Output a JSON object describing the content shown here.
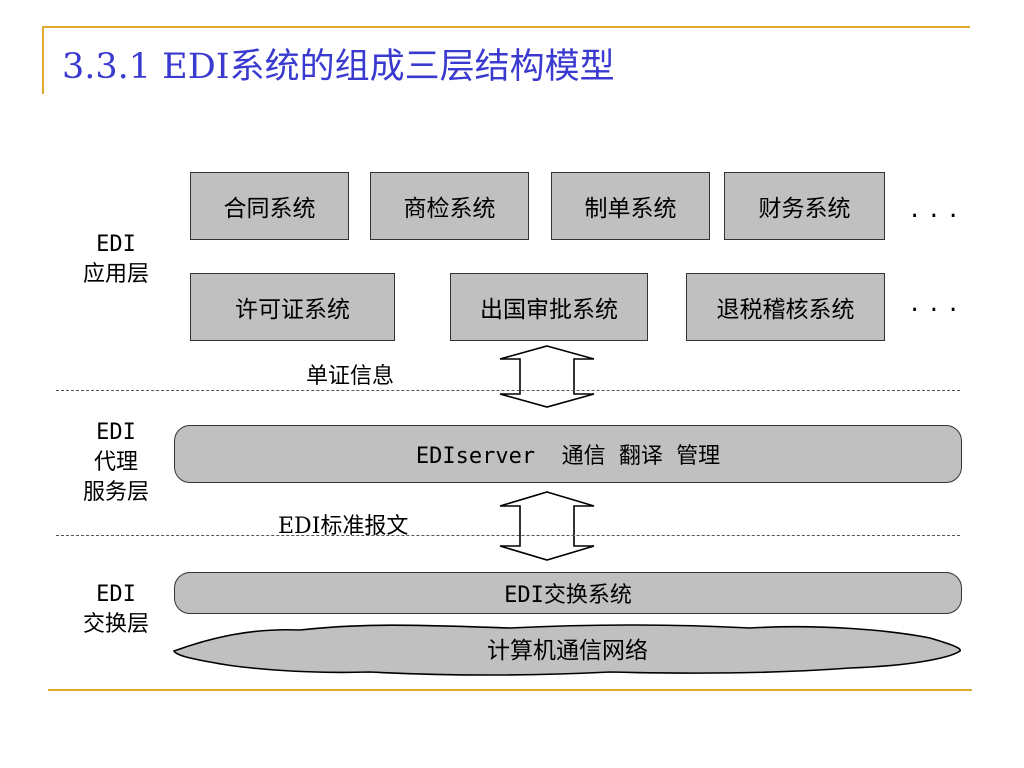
{
  "title": "3.3.1 EDI系统的组成三层结构模型",
  "layers": {
    "application": {
      "line1": "EDI",
      "line2": "应用层"
    },
    "service": {
      "line1": "EDI",
      "line2": "代理",
      "line3": "服务层"
    },
    "exchange": {
      "line1": "EDI",
      "line2": "交换层"
    }
  },
  "app_systems_row1": [
    "合同系统",
    "商检系统",
    "制单系统",
    "财务系统"
  ],
  "app_systems_row2": [
    "许可证系统",
    "出国审批系统",
    "退税稽核系统"
  ],
  "ellipsis": "...",
  "flows": {
    "upper": "单证信息",
    "lower": "EDI标准报文"
  },
  "server_bar": "EDIserver  通信 翻译 管理",
  "exchange_bar": "EDI交换系统",
  "network": "计算机通信网络",
  "colors": {
    "title": "#3a3ad0",
    "accent_line": "#e0a82e",
    "box_fill": "#c0c0c0"
  }
}
